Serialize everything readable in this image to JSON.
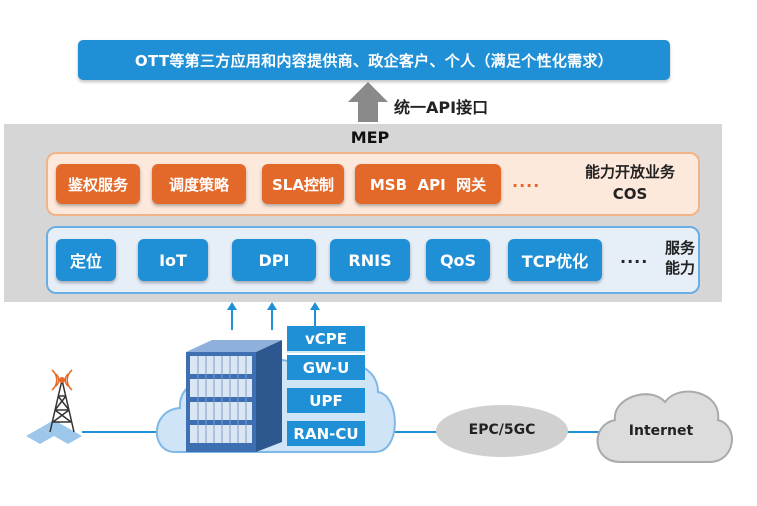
{
  "top_banner": {
    "text": "OTT等第三方应用和内容提供商、政企客户、个人（满足个性化需求）"
  },
  "api_label": "统一API接口",
  "mep": {
    "title": "MEP",
    "cos_items": [
      "鉴权服务",
      "调度策略",
      "SLA控制",
      "MSB  API  网关"
    ],
    "cos_ellipsis": "....",
    "cos_label_line1": "能力开放业务",
    "cos_label_line2": "COS",
    "service_items": [
      "定位",
      "IoT",
      "DPI",
      "RNIS",
      "QoS",
      "TCP优化"
    ],
    "service_ellipsis": "....",
    "service_label_line1": "服务",
    "service_label_line2": "能力"
  },
  "edge_stack": [
    "vCPE",
    "GW-U",
    "UPF",
    "RAN-CU"
  ],
  "epc_label": "EPC/5GC",
  "internet_label": "Internet",
  "colors": {
    "blue": "#1f8fd6",
    "orange": "#e3692a",
    "gray_panel": "#d6d6d6",
    "cloud": "#cfe4f6",
    "server": "#3f6fb3"
  }
}
